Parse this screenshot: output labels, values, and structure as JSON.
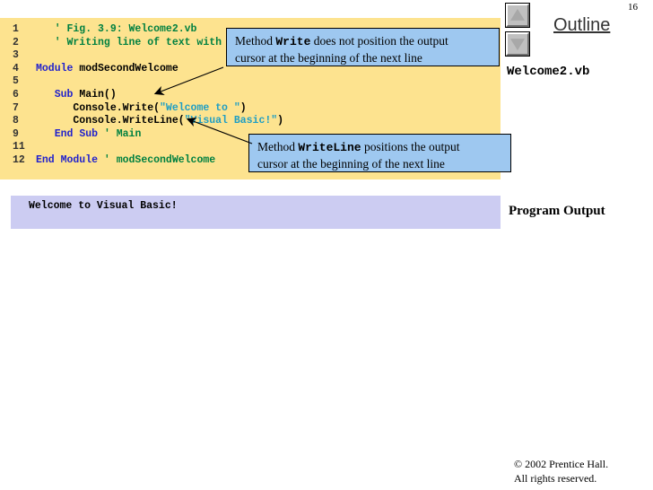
{
  "slide": {
    "page_number": "16",
    "outline_heading": "Outline",
    "file_label": "Welcome2.vb",
    "program_output_label": "Program Output"
  },
  "nav": {
    "scroll_up_icon": "triangle-up-icon",
    "scroll_down_icon": "triangle-down-icon"
  },
  "code": {
    "lines": [
      {
        "number": "1",
        "segments": [
          {
            "text": "   ' Fig. 3.9: Welcome2.vb",
            "style": "comment"
          }
        ]
      },
      {
        "number": "2",
        "segments": [
          {
            "text": "   ' Writing line of text with",
            "style": "comment"
          }
        ]
      },
      {
        "number": "3",
        "segments": [
          {
            "text": "",
            "style": "plain"
          }
        ]
      },
      {
        "number": "4",
        "segments": [
          {
            "text": "Module ",
            "style": "keyword"
          },
          {
            "text": "modSecondWelcome",
            "style": "plain"
          }
        ]
      },
      {
        "number": "5",
        "segments": [
          {
            "text": "",
            "style": "plain"
          }
        ]
      },
      {
        "number": "6",
        "segments": [
          {
            "text": "   ",
            "style": "plain"
          },
          {
            "text": "Sub ",
            "style": "keyword"
          },
          {
            "text": "Main()",
            "style": "plain"
          }
        ]
      },
      {
        "number": "7",
        "segments": [
          {
            "text": "      Console.Write(",
            "style": "plain"
          },
          {
            "text": "\"Welcome to \"",
            "style": "string"
          },
          {
            "text": ")",
            "style": "plain"
          }
        ]
      },
      {
        "number": "8",
        "segments": [
          {
            "text": "      Console.WriteLine(",
            "style": "plain"
          },
          {
            "text": "\"Visual Basic!\"",
            "style": "string"
          },
          {
            "text": ")",
            "style": "plain"
          }
        ]
      },
      {
        "number": "9",
        "segments": [
          {
            "text": "   ",
            "style": "plain"
          },
          {
            "text": "End Sub ",
            "style": "keyword"
          },
          {
            "text": "' Main",
            "style": "comment"
          }
        ]
      },
      {
        "number": "11",
        "segments": [
          {
            "text": "",
            "style": "plain"
          }
        ]
      },
      {
        "number": "12",
        "segments": [
          {
            "text": "End Module ",
            "style": "keyword"
          },
          {
            "text": "' modSecondWelcome",
            "style": "comment"
          }
        ]
      }
    ]
  },
  "callouts": [
    {
      "id": "callout-write",
      "line1_pre": "Method ",
      "line1_mono": "Write",
      "line1_post": " does not position the output",
      "line2": "cursor at the beginning of the next line"
    },
    {
      "id": "callout-writeline",
      "line1_pre": "Method ",
      "line1_mono": "WriteLine",
      "line1_post": " positions the output",
      "line2": "cursor at the beginning of the next line"
    }
  ],
  "output": {
    "text": "Welcome to Visual Basic!"
  },
  "footer": {
    "line1": "© 2002 Prentice Hall.",
    "line2": "All rights reserved."
  },
  "colors": {
    "code_background": "#fde38f",
    "callout_background": "#9ec8f0",
    "output_background": "#ccccf2",
    "comment": "#008040",
    "keyword": "#2222cc",
    "string": "#1f9ec4"
  }
}
